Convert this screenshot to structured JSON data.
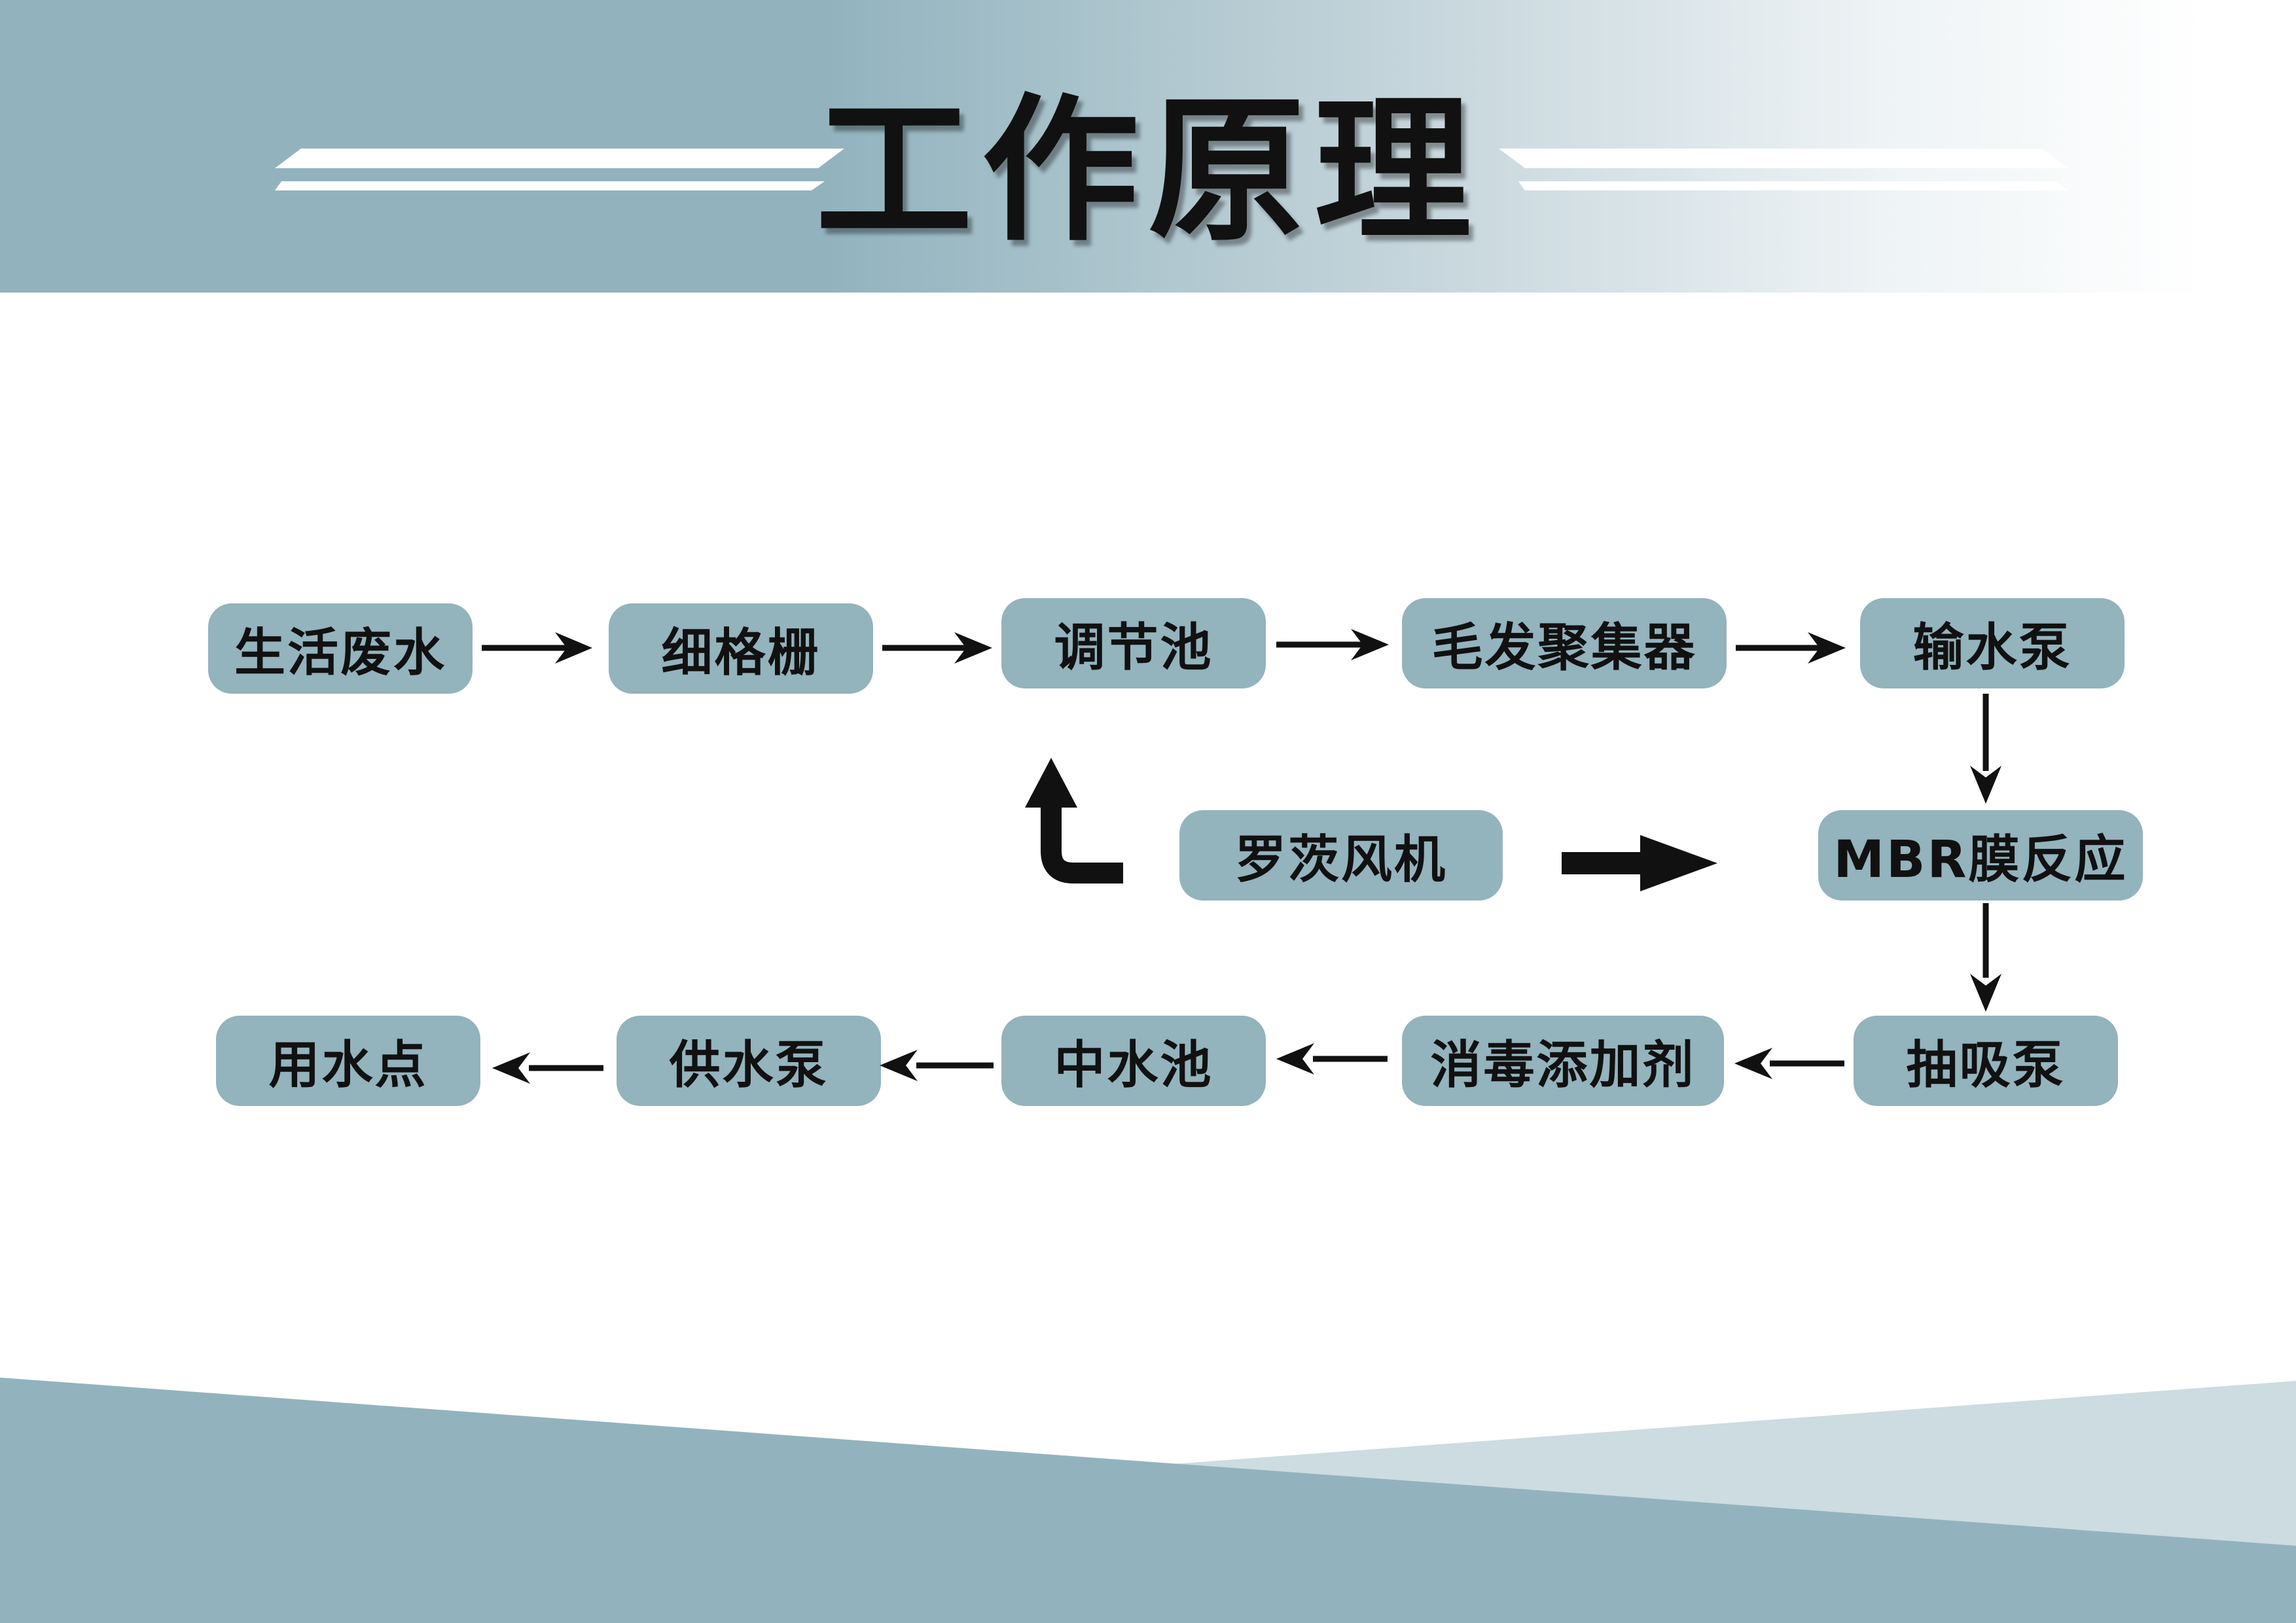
{
  "title": "工作原理",
  "colors": {
    "accent": "#93b3bd",
    "band": "#92b3be",
    "band_light": "#ccdce1",
    "text": "#111111"
  },
  "nodes": {
    "wastewater": "生活废水",
    "fine_screen": "细格栅",
    "regulating_tank": "调节池",
    "hair_collector": "毛发聚集器",
    "transfer_pump": "输水泵",
    "roots_blower": "罗茨风机",
    "mbr_reactor": "MBR膜反应",
    "suction_pump": "抽吸泵",
    "disinfectant_dosing": "消毒添加剂",
    "reclaimed_tank": "中水池",
    "supply_pump": "供水泵",
    "use_point": "用水点"
  }
}
